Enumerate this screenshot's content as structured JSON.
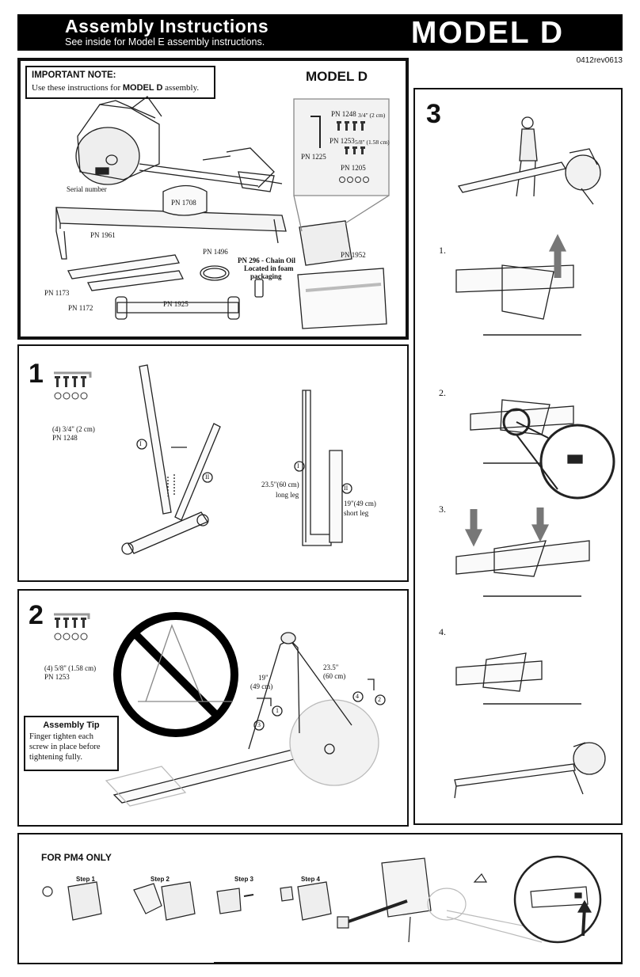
{
  "header": {
    "title": "Assembly Instructions",
    "subtitle": "See inside for Model E assembly instructions.",
    "model": "MODEL D"
  },
  "revision": "0412rev0613",
  "parts": {
    "note_title": "IMPORTANT NOTE:",
    "note_text": "Use these instructions for ",
    "note_model": "MODEL D",
    "note_suffix": " assembly.",
    "model_heading": "MODEL D",
    "labels": {
      "serial": "Serial number",
      "pn1708": "PN 1708",
      "pn1961": "PN 1961",
      "pn1496": "PN 1496",
      "pn296_1": "PN 296 - Chain Oil",
      "pn296_2": "Located in foam",
      "pn296_3": "packaging",
      "pn1173": "PN 1173",
      "pn1172": "PN 1172",
      "pn1925": "PN 1925",
      "pn1952": "PN 1952",
      "pn1225": "PN 1225",
      "pn1248": "PN 1248",
      "pn1248_size": "3/4\" (2 cm)",
      "pn1253": "PN 1253",
      "pn1253_size": "5/8\" (1.58 cm)",
      "pn1205": "PN 1205"
    }
  },
  "step1": {
    "number": "1",
    "qty": "(4) 3/4\" (2 cm)",
    "pn": "PN 1248",
    "long_leg_size": "23.5\"(60 cm)",
    "long_leg": "long leg",
    "short_leg_size": "19\"(49 cm)",
    "short_leg": "short leg",
    "roman1": "I",
    "roman2": "II"
  },
  "step2": {
    "number": "2",
    "qty": "(4) 5/8\" (1.58 cm)",
    "pn": "PN 1253",
    "dim19": "19\"",
    "dim19cm": "(49 cm)",
    "dim23": "23.5\"",
    "dim23cm": "(60 cm)",
    "circles": [
      "1",
      "2",
      "3",
      "4"
    ],
    "tip_title": "Assembly Tip",
    "tip_lines": [
      "Finger tighten each",
      "screw in place before",
      "tightening fully."
    ]
  },
  "step3": {
    "number": "3",
    "substeps": [
      "1.",
      "2.",
      "3.",
      "4."
    ]
  },
  "pm4": {
    "title": "FOR PM4 ONLY",
    "steps": [
      "Step 1",
      "Step 2",
      "Step 3",
      "Step 4"
    ]
  }
}
